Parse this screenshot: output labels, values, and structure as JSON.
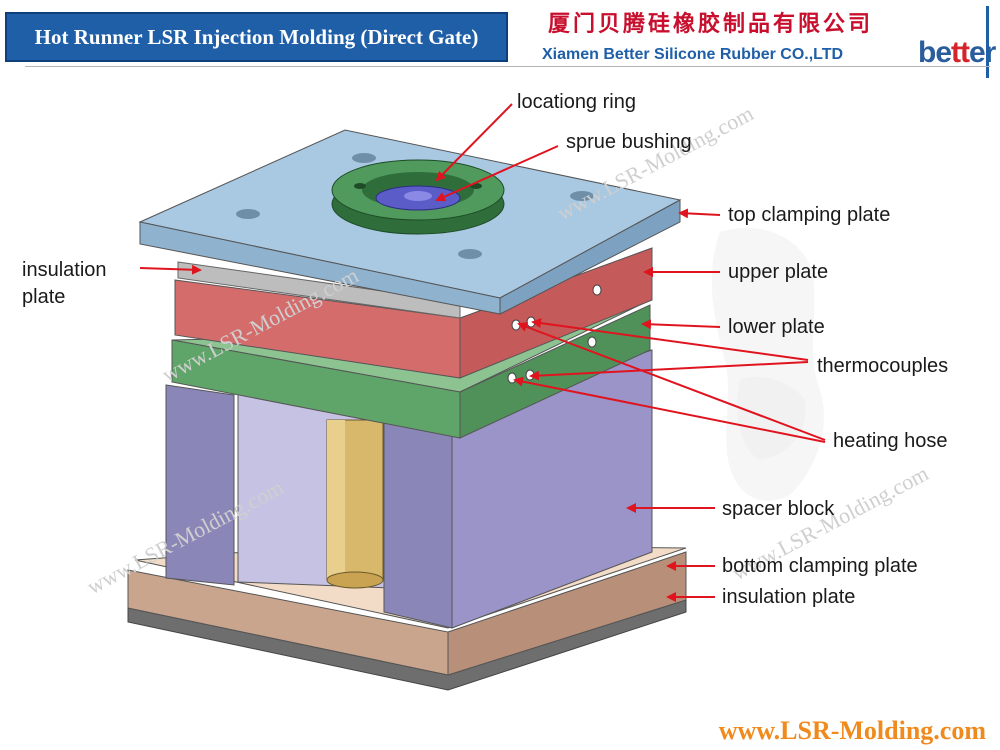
{
  "header": {
    "title": "Hot Runner LSR Injection Molding  (Direct Gate)",
    "company_cn": "厦门贝腾硅橡胶制品有限公司",
    "company_en": "Xiamen Better Silicone Rubber CO.,LTD",
    "logo_text_prefix": "be",
    "logo_text_accent": "tt",
    "logo_text_suffix": "er"
  },
  "labels": {
    "locating_ring": "locationg ring",
    "sprue_bushing": "sprue bushing",
    "top_clamping_plate": "top clamping plate",
    "insulation_plate_top_line1": "insulation",
    "insulation_plate_top_line2": "plate",
    "upper_plate": "upper plate",
    "lower_plate": "lower plate",
    "thermocouples": "thermocouples",
    "heating_hose": "heating hose",
    "spacer_block": "spacer block",
    "bottom_clamping_plate": "bottom clamping plate",
    "insulation_plate_bottom": "insulation plate"
  },
  "watermark_text": "www.LSR-Molding.com",
  "footer": {
    "url": "www.LSR-Molding.com"
  },
  "colors": {
    "title_bg": "#1f5fa8",
    "company_cn": "#c8102e",
    "company_en": "#1f5fa8",
    "footer_url": "#f08a1c",
    "arrow": "#e0141e",
    "top_clamping_plate": "#9fbfd9",
    "upper_plate": "#d56c6c",
    "lower_plate": "#5fa56a",
    "spacer_block": "#9a94c8",
    "bottom_clamping_plate": "#c9a58e",
    "sprue_post": "#d8b86a",
    "locating_ring": "#3e8a4b"
  }
}
